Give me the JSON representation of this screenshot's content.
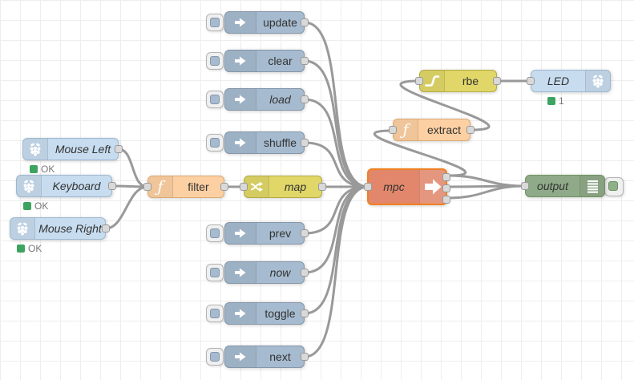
{
  "app": "node-red-flow-editor",
  "nodes": {
    "update": {
      "label": "update",
      "type": "inject"
    },
    "clear": {
      "label": "clear",
      "type": "inject"
    },
    "load": {
      "label": "load",
      "type": "inject"
    },
    "shuffle": {
      "label": "shuffle",
      "type": "inject"
    },
    "prev": {
      "label": "prev",
      "type": "inject"
    },
    "now": {
      "label": "now",
      "type": "inject"
    },
    "toggle": {
      "label": "toggle",
      "type": "inject"
    },
    "next": {
      "label": "next",
      "type": "inject"
    },
    "mouse_left": {
      "label": "Mouse Left",
      "type": "rpi-input",
      "status": "OK"
    },
    "keyboard": {
      "label": "Keyboard",
      "type": "rpi-input",
      "status": "OK"
    },
    "mouse_right": {
      "label": "Mouse Right",
      "type": "rpi-input",
      "status": "OK"
    },
    "filter": {
      "label": "filter",
      "type": "function"
    },
    "map": {
      "label": "map",
      "type": "range"
    },
    "mpc": {
      "label": "mpc",
      "type": "mpc"
    },
    "extract": {
      "label": "extract",
      "type": "function"
    },
    "rbe": {
      "label": "rbe",
      "type": "rbe"
    },
    "led": {
      "label": "LED",
      "type": "rpi-output",
      "status": "1"
    },
    "output": {
      "label": "output",
      "type": "debug"
    }
  },
  "icons": [
    "inject-arrow-icon",
    "function-f-icon",
    "range-crossed-arrows-icon",
    "rbe-hysteresis-icon",
    "raspberry-pi-icon",
    "mpc-arrow-icon",
    "debug-list-icon",
    "inject-button",
    "debug-toggle-button"
  ],
  "colors": {
    "inject_fill": "#a6bbcf",
    "rpi_fill": "#c7dcef",
    "function_fill": "#fcd0a2",
    "yellow_fill": "#e0d768",
    "debug_fill": "#8faa88",
    "mpc_fill": "#e2876b",
    "mpc_border": "#f08123",
    "wire": "#999999",
    "status_green": "#3da360",
    "grid_line": "#eeeeee"
  }
}
